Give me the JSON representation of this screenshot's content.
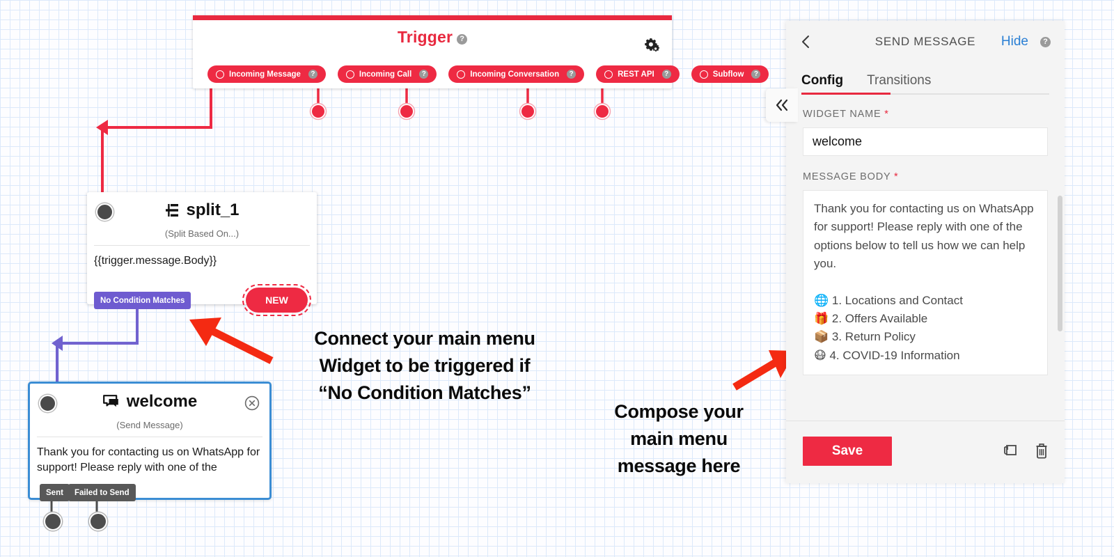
{
  "trigger": {
    "title": "Trigger",
    "help_glyph": "?",
    "gear_icon": "gear-icon",
    "pills": [
      {
        "label": "Incoming Message"
      },
      {
        "label": "Incoming Call"
      },
      {
        "label": "Incoming Conversation"
      },
      {
        "label": "REST API"
      },
      {
        "label": "Subflow"
      }
    ]
  },
  "split_node": {
    "title": "split_1",
    "subtitle": "(Split Based On...)",
    "body": "{{trigger.message.Body}}",
    "no_condition_chip": "No Condition Matches",
    "new_button": "NEW"
  },
  "welcome_node": {
    "title": "welcome",
    "subtitle": "(Send Message)",
    "body": "Thank you for contacting us on WhatsApp for support! Please reply with one of the",
    "transitions": [
      {
        "label": "Sent"
      },
      {
        "label": "Failed to Send"
      }
    ]
  },
  "annotations": {
    "left": "Connect your main menu Widget to be triggered if “No Condition Matches”",
    "left_lines": [
      "Connect your main menu",
      "Widget to be triggered if",
      "“No Condition Matches”"
    ],
    "right": "Compose your main menu message here",
    "right_lines": [
      "Compose your",
      "main menu",
      "message here"
    ]
  },
  "panel": {
    "title": "SEND MESSAGE",
    "back_icon": "chevron-left-icon",
    "hide_label": "Hide",
    "help_glyph": "?",
    "collapse_icon": "double-chevron-left-icon",
    "tabs": [
      {
        "label": "Config",
        "active": true
      },
      {
        "label": "Transitions",
        "active": false
      }
    ],
    "widget_name": {
      "label": "WIDGET NAME",
      "required": "*",
      "value": "welcome"
    },
    "message_body": {
      "label": "MESSAGE BODY",
      "required": "*",
      "value": "Thank you for contacting us on WhatsApp for support! Please reply with one of the options below to tell us how we can help you.\n\n🌐 1. Locations and Contact\n🎁 2. Offers Available\n📦 3. Return Policy\n😷 4. COVID-19 Information"
    },
    "save_label": "Save",
    "duplicate_icon": "duplicate-icon",
    "delete_icon": "trash-icon"
  },
  "colors": {
    "brand_red": "#ee2a43",
    "purple": "#6e5bd0",
    "blue_border": "#3b8dd4",
    "link_blue": "#2a7fd4",
    "arrow_red": "#f42a12"
  }
}
